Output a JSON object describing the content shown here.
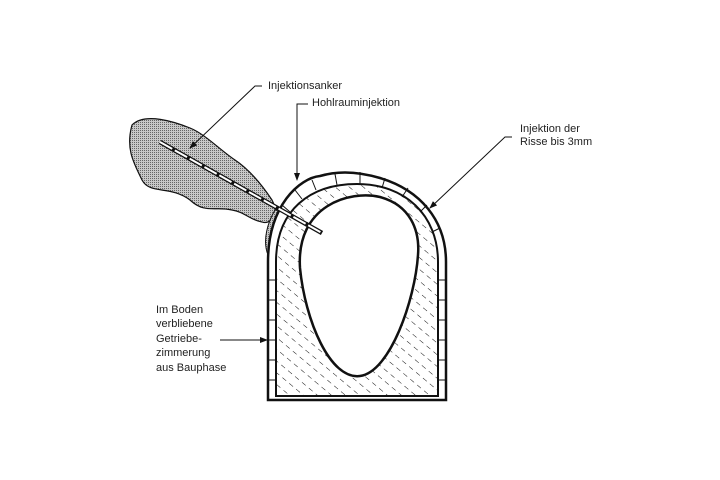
{
  "labels": {
    "anchor": "Injektionsanker",
    "cavity": "Hohlrauminjektion",
    "cracks_line1": "Injektion der",
    "cracks_line2": "Risse bis 3mm",
    "timbering_lines": [
      "Im Boden",
      "verbliebene",
      "Getriebe-",
      "zimmerung",
      "aus Bauphase"
    ]
  },
  "colors": {
    "ink": "#111111",
    "rock": "#9a9a9a",
    "background": "#ffffff"
  }
}
